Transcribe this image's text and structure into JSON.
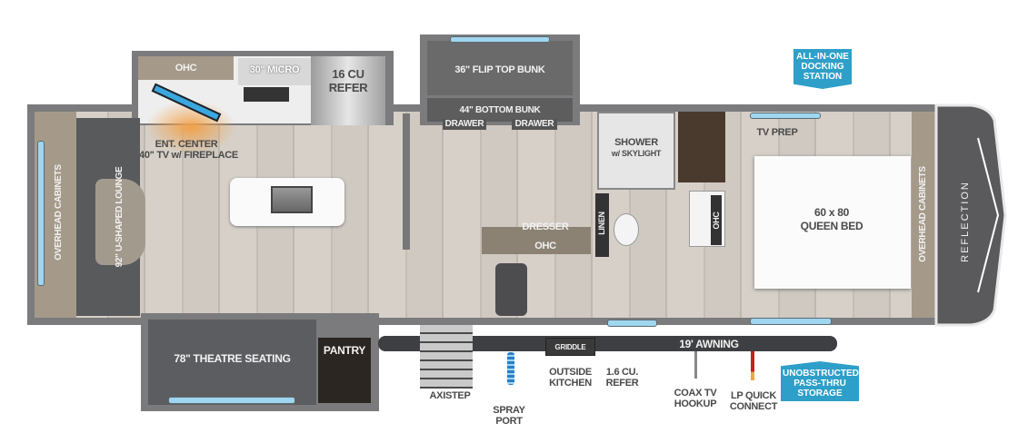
{
  "colors": {
    "wall": "#7b7b7d",
    "floor": "#cdc7bf",
    "badge": "#2e9fc8",
    "cap": "#5a5a5c"
  },
  "brand": "REFLECTION",
  "rooms": {
    "rear_cabinets": "OVERHEAD CABINETS",
    "lounge": "92\" U-SHAPED LOUNGE",
    "ohc_kitchen": "OHC",
    "micro": "30\" MICRO",
    "refer": "16 CU REFER",
    "ent_center_1": "ENT. CENTER",
    "ent_center_2": "40\" TV w/ FIREPLACE",
    "flip_bunk": "36\" FLIP TOP BUNK",
    "bottom_bunk": "44\" BOTTOM BUNK",
    "drawer_1": "DRAWER",
    "drawer_2": "DRAWER",
    "shower_1": "SHOWER",
    "shower_2": "w/ SKYLIGHT",
    "linen": "LINEN",
    "bath_ohc": "OHC",
    "dresser": "DRESSER",
    "dresser_ohc": "OHC",
    "tv_prep": "TV PREP",
    "bed_1": "60 x 80",
    "bed_2": "QUEEN BED",
    "front_cabinets": "OVERHEAD CABINETS",
    "theatre": "78\" THEATRE SEATING",
    "pantry": "PANTRY"
  },
  "exterior": {
    "griddle": "GRIDDLE",
    "awning": "19' AWNING",
    "axistep": "AXISTEP",
    "spray_port": "SPRAY PORT",
    "outside_kitchen": "OUTSIDE KITCHEN",
    "outside_refer": "1.6 CU. REFER",
    "coax": "COAX TV HOOKUP",
    "lp": "LP QUICK CONNECT"
  },
  "badges": {
    "docking": "ALL-IN-ONE DOCKING STATION",
    "storage": "UNOBSTRUCTED PASS-THRU STORAGE"
  }
}
